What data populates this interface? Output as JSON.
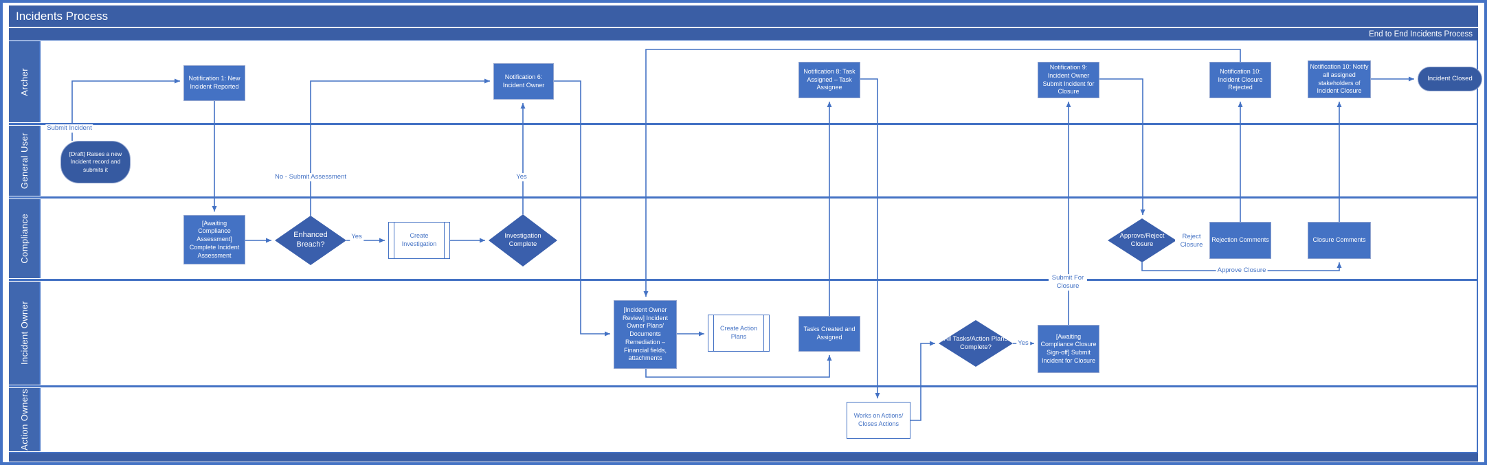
{
  "title": "Incidents Process",
  "header_right": "End to End Incidents Process",
  "lanes": [
    {
      "label": "Archer"
    },
    {
      "label": "General User"
    },
    {
      "label": "Compliance"
    },
    {
      "label": "Incident Owner"
    },
    {
      "label": "Action Owners"
    }
  ],
  "nodes": {
    "draft_raises_incident": {
      "label": "[Draft] Raises a new Incident record and submits it",
      "type": "start"
    },
    "notification1": {
      "label": "Notification 1: New Incident Reported",
      "type": "process"
    },
    "awaiting_compliance_assessment": {
      "label": "[Awaiting Compliance Assessment] Complete Incident Assessment",
      "type": "process"
    },
    "enhanced_breach": {
      "label": "Enhanced Breach?",
      "type": "decision"
    },
    "create_investigation": {
      "label": "Create Investigation",
      "type": "subprocess"
    },
    "investigation_complete": {
      "label": "Investigation Complete",
      "type": "decision"
    },
    "notification6": {
      "label": "Notification 6: Incident Owner",
      "type": "process"
    },
    "incident_owner_review": {
      "label": "[Incident Owner Review] Incident Owner Plans/ Documents Remediation – Financial fields, attachments",
      "type": "process"
    },
    "create_action_plans": {
      "label": "Create Action Plans",
      "type": "subprocess"
    },
    "tasks_created_assigned": {
      "label": "Tasks Created and Assigned",
      "type": "process"
    },
    "notification8": {
      "label": "Notification 8: Task Assigned – Task Assignee",
      "type": "process"
    },
    "works_on_actions": {
      "label": "Works on Actions/ Closes Actions",
      "type": "task"
    },
    "all_tasks_complete": {
      "label": "All Tasks/Action Plans Complete?",
      "type": "decision"
    },
    "awaiting_closure_signoff": {
      "label": "[Awaiting Compliance Closure Sign-off] Submit Incident for Closure",
      "type": "process"
    },
    "notification9": {
      "label": "Notification 9: Incident Owner Submit Incident for Closure",
      "type": "process"
    },
    "approve_reject_closure": {
      "label": "Approve/Reject Closure",
      "type": "decision"
    },
    "rejection_comments": {
      "label": "Rejection Comments",
      "type": "process"
    },
    "closure_comments": {
      "label": "Closure Comments",
      "type": "process"
    },
    "notification10_rejected": {
      "label": "Notification 10: Incident Closure Rejected",
      "type": "process"
    },
    "notification10_stakeholders": {
      "label": "Notification 10: Notify all assigned stakeholders of Incident Closure",
      "type": "process"
    },
    "incident_closed": {
      "label": "Incident Closed",
      "type": "end"
    }
  },
  "edge_labels": {
    "submit_incident": "Submit Incident",
    "no_submit_assessment": "No - Submit Assessment",
    "yes_enhanced_breach": "Yes",
    "yes_investigation_complete": "Yes",
    "yes_all_tasks": "Yes",
    "submit_for_closure": "Submit For Closure",
    "reject_closure": "Reject Closure",
    "approve_closure": "Approve Closure"
  },
  "colors": {
    "chrome_blue": "#3A5EA5",
    "lane_label_blue": "#4067AF",
    "node_fill": "#4472C4",
    "decision_fill": "#3A5FAC",
    "terminal_fill": "#365AA1",
    "connector": "#4472C4",
    "white_node_text": "#4472C4"
  }
}
